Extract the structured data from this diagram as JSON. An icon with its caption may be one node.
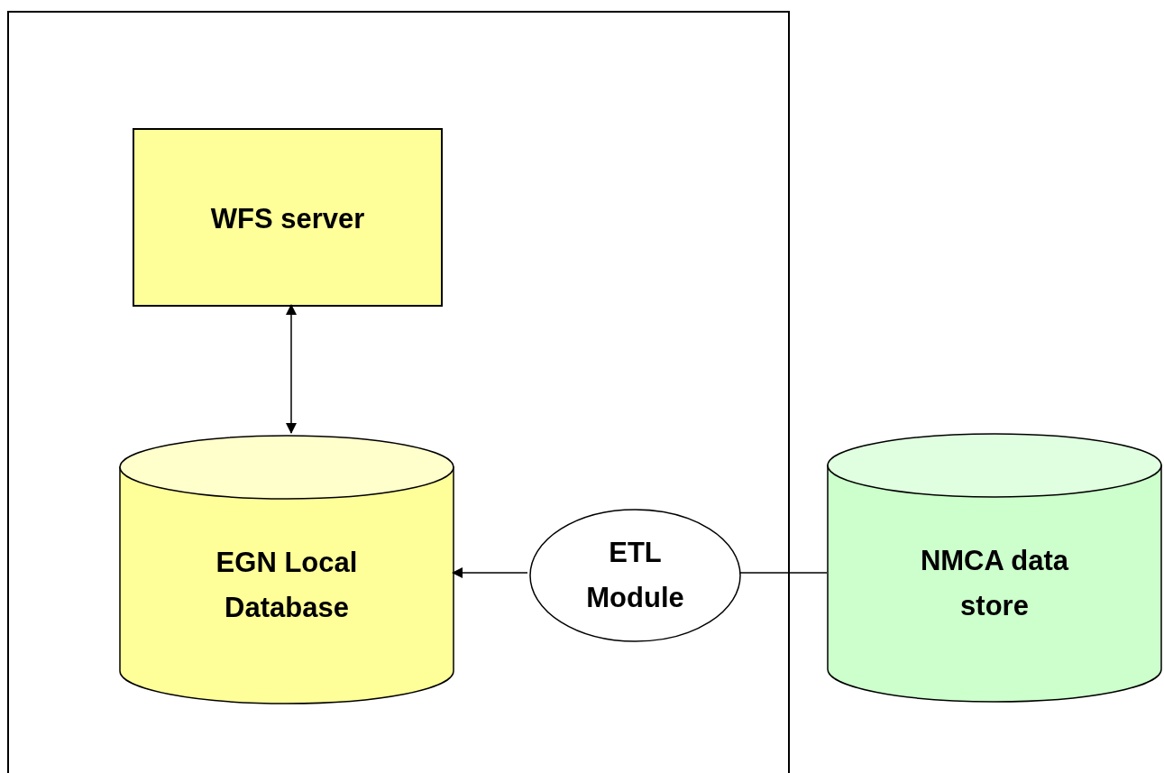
{
  "diagram": {
    "nodes": [
      {
        "text": [],
        "shape": "box"
      },
      {
        "text": [
          "WFS server"
        ],
        "in": 0
      },
      {
        "text": [
          "EGN Local Database"
        ],
        "in": 0
      },
      {
        "text": [
          "ETL Module"
        ],
        "in": 0
      },
      {
        "text": [
          "NMCA data store"
        ]
      }
    ],
    "edges": [
      {
        "from": 1,
        "to": 2,
        "arrow": "both"
      },
      {
        "from": 3,
        "to": 2,
        "arrow": "to"
      },
      {
        "from": 4,
        "to": 3,
        "arrow": "none"
      }
    ]
  }
}
